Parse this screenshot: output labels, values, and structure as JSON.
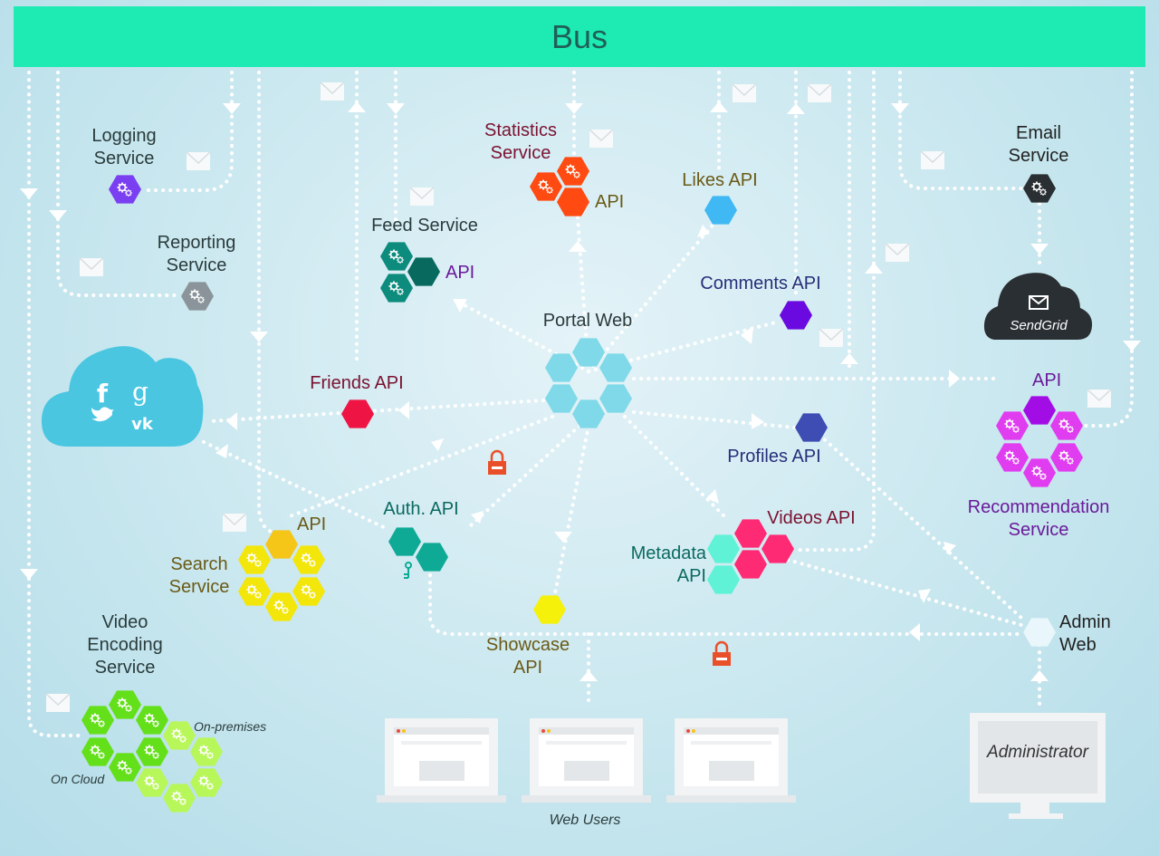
{
  "bus": {
    "label": "Bus"
  },
  "colors": {
    "bus": "#1eebb3",
    "line": "#ffffff",
    "logging": "#7b3ff2",
    "reporting": "#8a949a",
    "statistics": "#ff4a12",
    "feed": "#0d8c7e",
    "likes": "#3fb8f4",
    "comments": "#6a0ae0",
    "friends": "#ee1545",
    "portal": "#7fd9e8",
    "profiles": "#3e4db3",
    "email": "#2a2f33",
    "sendgrid": "#2a2f33",
    "recommendation": "#e03cf0",
    "recommendation_api": "#a20de6",
    "search": "#f3e60a",
    "search_api": "#f5c518",
    "auth": "#0eaa96",
    "videos": "#ff2a74",
    "metadata": "#5ff2d6",
    "showcase": "#f5f10a",
    "admin": "#e9f6fb",
    "video_cloud": "#63e01a",
    "video_premises": "#b8f75a",
    "lock": "#e9502a",
    "social_cloud": "#4ac6e1"
  },
  "labels": {
    "logging": [
      "Logging",
      "Service"
    ],
    "reporting": [
      "Reporting",
      "Service"
    ],
    "statistics": [
      "Statistics",
      "Service"
    ],
    "statistics_api": "API",
    "feed": "Feed Service",
    "feed_api": "API",
    "likes": "Likes API",
    "comments": "Comments API",
    "portal": "Portal Web",
    "email": [
      "Email",
      "Service"
    ],
    "sendgrid": "SendGrid",
    "friends": "Friends API",
    "profiles": "Profiles API",
    "recommendation_api": "API",
    "recommendation": [
      "Recommendation",
      "Service"
    ],
    "search_api": "API",
    "search": [
      "Search",
      "Service"
    ],
    "auth": "Auth. API",
    "videos": "Videos API",
    "metadata": [
      "Metadata",
      "API"
    ],
    "showcase": [
      "Showcase",
      "API"
    ],
    "admin": [
      "Admin",
      "Web"
    ],
    "video_encoding": [
      "Video",
      "Encoding",
      "Service"
    ],
    "on_premises": "On-premises",
    "on_cloud": "On Cloud",
    "web_users": "Web Users",
    "administrator": "Administrator"
  },
  "icons": [
    "gear-icon",
    "envelope-icon",
    "lock-icon",
    "key-icon",
    "facebook-icon",
    "google-icon",
    "twitter-icon",
    "vk-icon",
    "arrow-icon",
    "laptop-icon",
    "monitor-icon"
  ]
}
